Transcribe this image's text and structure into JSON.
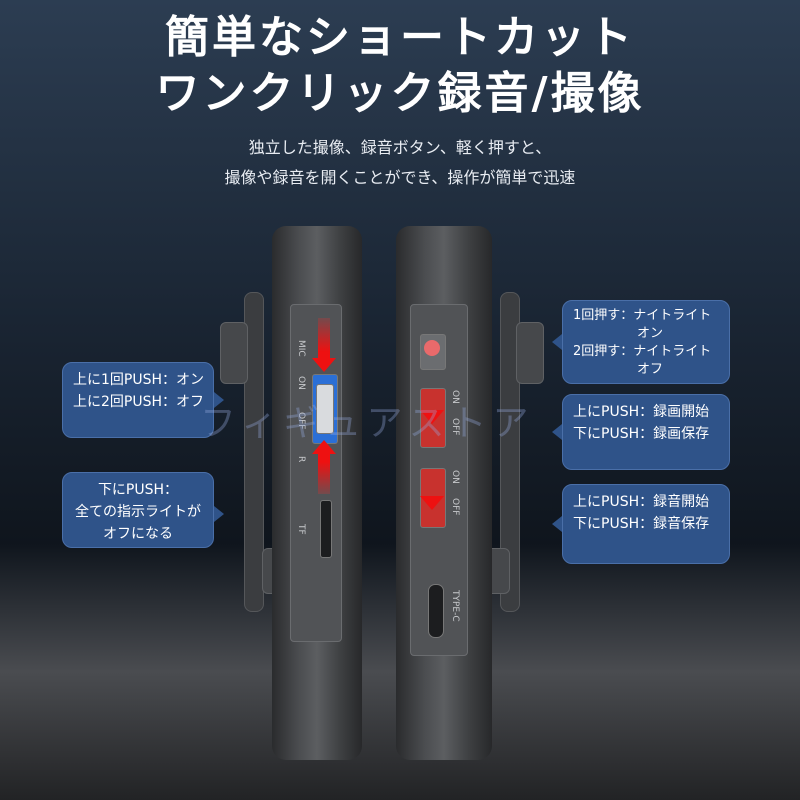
{
  "headline": {
    "line1": "簡単なショートカット",
    "line2": "ワンクリック録音/撮像"
  },
  "subtitle": {
    "line1": "独立した撮像、録音ボタン、軽く押すと、",
    "line2": "撮像や録音を開くことができ、操作が簡単で迅速"
  },
  "left_callouts": {
    "top": {
      "line1": "上に1回PUSH：オン",
      "line2": "上に2回PUSH：オフ"
    },
    "bottom": {
      "line1": "下にPUSH：",
      "line2": "全ての指示ライトが",
      "line3": "オフになる"
    }
  },
  "right_callouts": {
    "top": {
      "line1": "1回押す：ナイトライト",
      "line2": "オン",
      "line3": "2回押す：ナイトライト",
      "line4": "オフ"
    },
    "middle": {
      "line1": "上にPUSH：録画開始",
      "line2": "下にPUSH：録画保存"
    },
    "bottom": {
      "line1": "上にPUSH：録音開始",
      "line2": "下にPUSH：録音保存"
    }
  },
  "device_labels": {
    "mic": "MIC",
    "on": "ON",
    "off": "OFF",
    "r": "R",
    "tf": "TF",
    "type_c": "TYPE-C"
  },
  "watermark": "フィギュアストア",
  "colors": {
    "callout_bg": "#2f5389",
    "arrow_red": "#e11111",
    "switch_blue": "#2b6fd6"
  }
}
